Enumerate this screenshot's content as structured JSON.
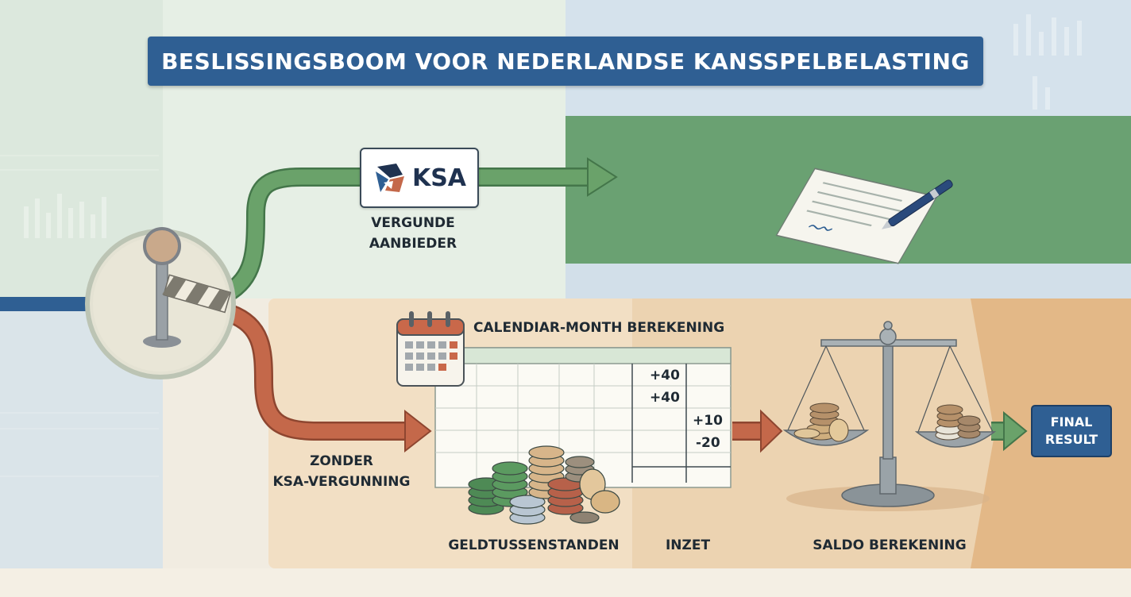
{
  "title": "BESLISSINGSBOOM VOOR NEDERLANDSE KANSSPELBELASTING",
  "ksa": {
    "logo_text": "KSA",
    "label_line1": "VERGUNDE",
    "label_line2": "AANBIEDER"
  },
  "unlicensed": {
    "label_line1": "ZONDER",
    "label_line2": "KSA-VERGUNNING"
  },
  "calendar_label": "CALENDIAR-MONTH BEREKENING",
  "ledger": {
    "entries": [
      "+40",
      "+40",
      "+10",
      "-20"
    ]
  },
  "footer_labels": {
    "cash": "GELDTUSSENSTANDEN",
    "stake": "INZET",
    "balance": "SALDO BEREKENING"
  },
  "final": {
    "line1": "FINAL",
    "line2": "RESULT"
  },
  "colors": {
    "green_path": "#5f9a5f",
    "red_path": "#c4684a",
    "blue_path": "#2f5f93",
    "title_bg": "#2f5f93"
  },
  "icons": [
    "barrier-gate-icon",
    "ksa-logo-icon",
    "document-pen-icon",
    "calendar-icon",
    "coins-icon",
    "balance-scale-icon"
  ]
}
